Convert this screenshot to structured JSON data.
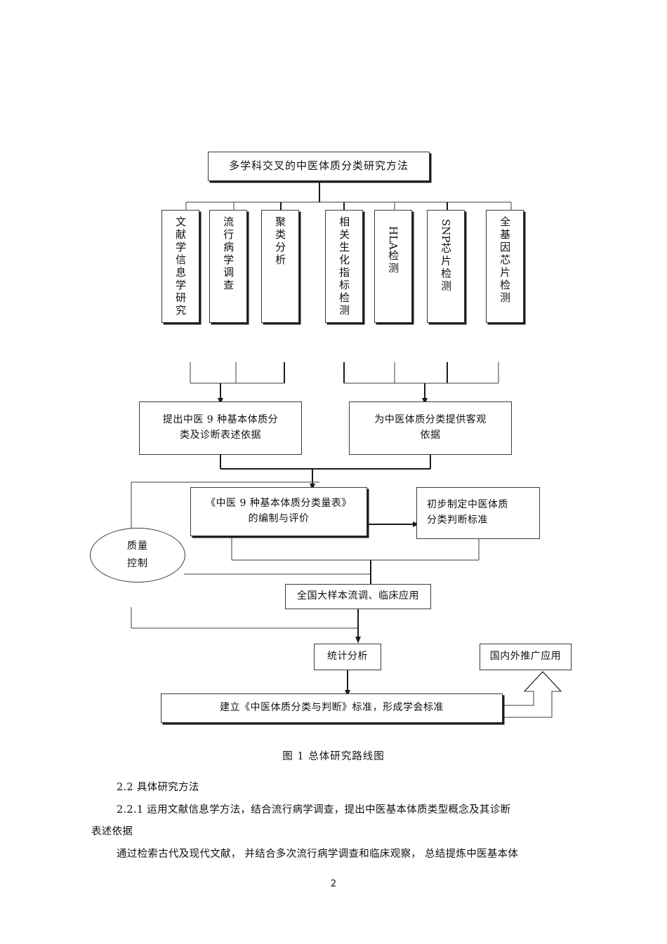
{
  "figure": {
    "root": {
      "label": "多学科交叉的中医体质分类研究方法"
    },
    "methods": [
      {
        "label": "文献学信息学研究"
      },
      {
        "label": "流行病学调查"
      },
      {
        "label": "聚类分析"
      },
      {
        "label": "相关生化指标检测"
      },
      {
        "label": "HLA检测",
        "latin": "HLA",
        "cjk": "检测"
      },
      {
        "label": "SNP芯片检测",
        "latin": "SNP",
        "cjk": "芯片检测"
      },
      {
        "label": "全基因芯片检测"
      }
    ],
    "outcomes": [
      {
        "line1": "提出中医  9 种基本体质分",
        "line2": "类及诊断表述依据"
      },
      {
        "line1": "为中医体质分类提供客观",
        "line2": "依据"
      }
    ],
    "scale_box": {
      "line1": "《中医  9 种基本体质分类量表》",
      "line2": "的编制与评价"
    },
    "criteria_box": {
      "line1": "初步制定中医体质",
      "line2": "分类判断标准"
    },
    "quality_control": {
      "line1": "质量",
      "line2": "控制"
    },
    "survey_box": {
      "label": "全国大样本流调、临床应用"
    },
    "stats_box": {
      "label": "统计分析"
    },
    "promotion_box": {
      "label": "国内外推广应用"
    },
    "standard_box": {
      "label": "建立《中医体质分类与判断》标准，形成学会标准"
    },
    "caption": "图 1  总体研究路线图"
  },
  "body": {
    "heading_2_2": "2.2  具体研究方法",
    "heading_2_2_1_line1": "2.2.1   运用文献信息学方法，结合流行病学调查，提出中医基本体质类型概念及其诊断",
    "heading_2_2_1_line2": "表述依据",
    "paragraph_line1": "通过检索古代及现代文献，    并结合多次流行病学调查和临床观察，        总结提炼中医基本体"
  },
  "page_number": "2",
  "colors": {
    "text": "#111111",
    "stroke": "#3b3b3b",
    "stroke_dark": "#1b1b1b",
    "background": "#ffffff"
  }
}
